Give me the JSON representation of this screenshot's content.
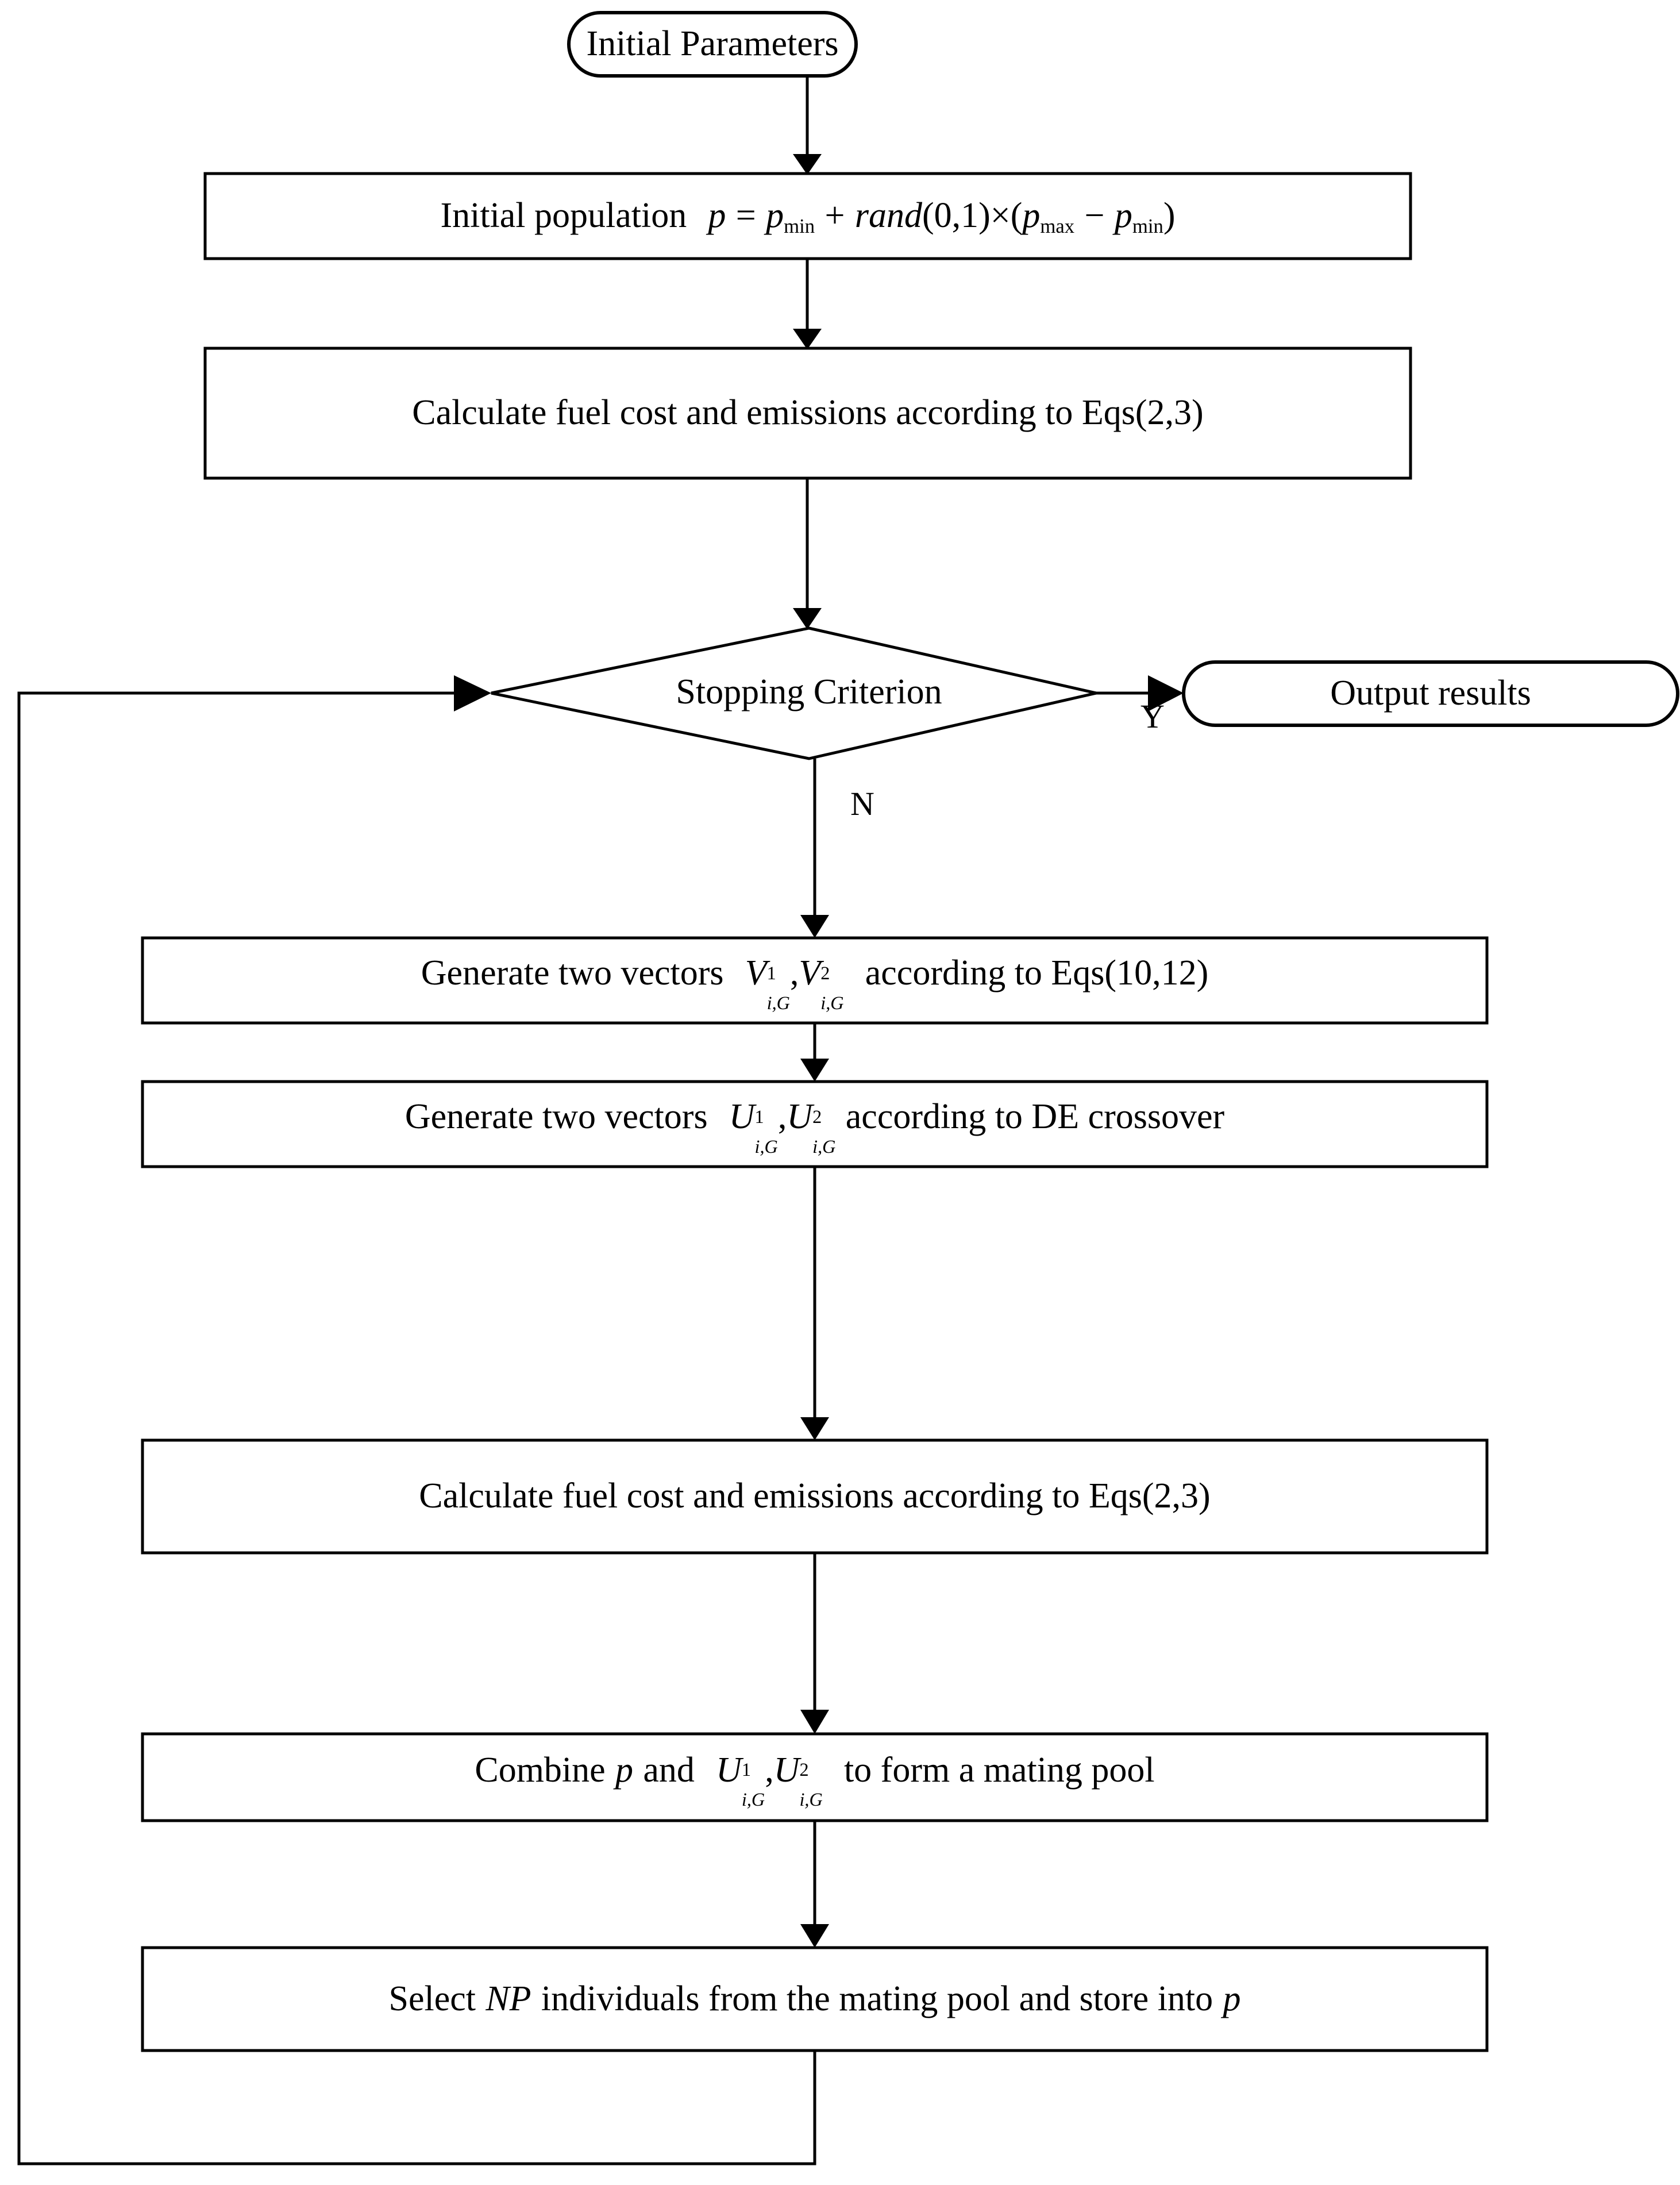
{
  "diagram": {
    "title": "Algorithm flowchart",
    "colors": {
      "stroke": "#000000",
      "fill": "#ffffff",
      "text": "#000000"
    },
    "nodes": {
      "start": {
        "shape": "terminator",
        "label": "Initial Parameters"
      },
      "init_population": {
        "shape": "process",
        "label_prefix": "Initial population",
        "equation": {
          "lhs": "p",
          "eq": "=",
          "p_min_base": "p",
          "p_min_sub": "min",
          "plus": "+",
          "rand": "rand",
          "rand_args": "(0,1)",
          "times": "×",
          "open_paren": "(",
          "p_max_base": "p",
          "p_max_sub": "max",
          "minus": "−",
          "p_min2_base": "p",
          "p_min2_sub": "min",
          "close_paren": ")"
        },
        "plain_text": "Initial population p = p_min + rand(0,1)×(p_max − p_min)"
      },
      "calc_1": {
        "shape": "process",
        "label": "Calculate fuel cost and emissions according to Eqs(2,3)"
      },
      "stopping_criterion": {
        "shape": "decision",
        "label": "Stopping Criterion"
      },
      "output_results": {
        "shape": "terminator",
        "label": "Output results"
      },
      "generate_v": {
        "shape": "process",
        "label_prefix": "Generate two vectors",
        "vectors": [
          {
            "base": "V",
            "sup": "1",
            "sub": "i,G"
          },
          {
            "base": "V",
            "sup": "2",
            "sub": "i,G"
          }
        ],
        "separator": ",",
        "label_suffix": "according to Eqs(10,12)",
        "plain_text": "Generate two vectors V1_i,G , V2_i,G according to Eqs(10,12)"
      },
      "generate_u": {
        "shape": "process",
        "label_prefix": "Generate two vectors",
        "vectors": [
          {
            "base": "U",
            "sup": "1",
            "sub": "i,G"
          },
          {
            "base": "U",
            "sup": "2",
            "sub": "i,G"
          }
        ],
        "separator": ",",
        "label_suffix": "according to DE crossover",
        "plain_text": "Generate two vectors U1_i,G , U2_i,G according to DE crossover"
      },
      "calc_2": {
        "shape": "process",
        "label": "Calculate fuel cost and emissions according to Eqs(2,3)"
      },
      "combine": {
        "shape": "process",
        "label_prefix": "Combine",
        "variable": "p",
        "label_mid": "and",
        "vectors": [
          {
            "base": "U",
            "sup": "1",
            "sub": "i,G"
          },
          {
            "base": "U",
            "sup": "2",
            "sub": "i,G"
          }
        ],
        "separator": ",",
        "label_suffix": "to form a mating pool",
        "plain_text": "Combine p and U1_i,G , U2_i,G to form a mating pool"
      },
      "select": {
        "shape": "process",
        "label_prefix": "Select",
        "np": "NP",
        "label_mid": "individuals from the mating pool and store into",
        "variable": "p",
        "plain_text": "Select NP individuals from the mating pool and store into p"
      }
    },
    "branch_labels": {
      "yes": "Y",
      "no": "N"
    }
  },
  "chart_data": {
    "type": "flowchart",
    "title": "Algorithm flowchart",
    "nodes": [
      {
        "id": "start",
        "type": "terminator",
        "text": "Initial Parameters"
      },
      {
        "id": "init_population",
        "type": "process",
        "text": "Initial population p = p_min + rand(0,1)×(p_max − p_min)"
      },
      {
        "id": "calc_1",
        "type": "process",
        "text": "Calculate fuel cost and emissions according to Eqs(2,3)"
      },
      {
        "id": "stopping_criterion",
        "type": "decision",
        "text": "Stopping Criterion"
      },
      {
        "id": "output_results",
        "type": "terminator",
        "text": "Output results"
      },
      {
        "id": "generate_v",
        "type": "process",
        "text": "Generate two vectors V1_i,G, V2_i,G according to Eqs(10,12)"
      },
      {
        "id": "generate_u",
        "type": "process",
        "text": "Generate two vectors U1_i,G, U2_i,G according to DE crossover"
      },
      {
        "id": "calc_2",
        "type": "process",
        "text": "Calculate fuel cost and emissions according to Eqs(2,3)"
      },
      {
        "id": "combine",
        "type": "process",
        "text": "Combine p and U1_i,G, U2_i,G to form a mating pool"
      },
      {
        "id": "select",
        "type": "process",
        "text": "Select NP individuals from the mating pool and store into p"
      }
    ],
    "edges": [
      {
        "from": "start",
        "to": "init_population",
        "label": ""
      },
      {
        "from": "init_population",
        "to": "calc_1",
        "label": ""
      },
      {
        "from": "calc_1",
        "to": "stopping_criterion",
        "label": ""
      },
      {
        "from": "stopping_criterion",
        "to": "output_results",
        "label": "Y"
      },
      {
        "from": "stopping_criterion",
        "to": "generate_v",
        "label": "N"
      },
      {
        "from": "generate_v",
        "to": "generate_u",
        "label": ""
      },
      {
        "from": "generate_u",
        "to": "calc_2",
        "label": ""
      },
      {
        "from": "calc_2",
        "to": "combine",
        "label": ""
      },
      {
        "from": "combine",
        "to": "select",
        "label": ""
      },
      {
        "from": "select",
        "to": "stopping_criterion",
        "label": ""
      }
    ]
  }
}
